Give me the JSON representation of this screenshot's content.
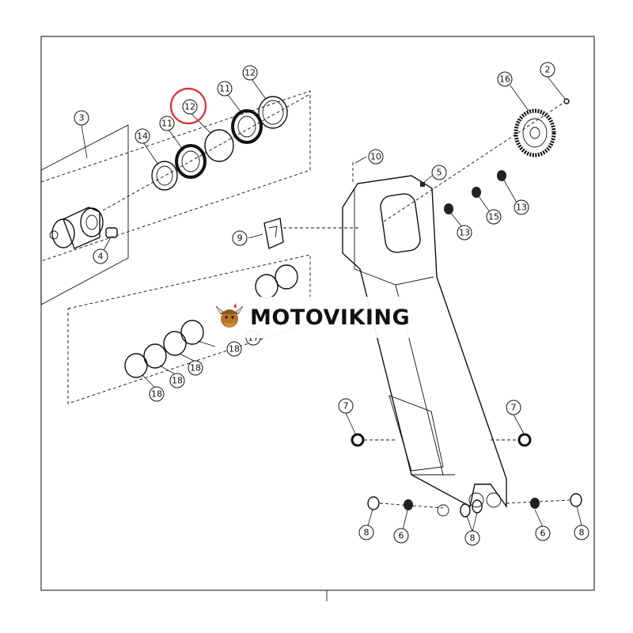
{
  "callouts": {
    "c2": "2",
    "c3": "3",
    "c4": "4",
    "c5": "5",
    "c6a": "6",
    "c6b": "6",
    "c7a": "7",
    "c7b": "7",
    "c8a": "8",
    "c8b": "8",
    "c8c": "8",
    "c9": "9",
    "c10": "10",
    "c11a": "11",
    "c11b": "11",
    "c12a": "12",
    "c12b": "12",
    "c13a": "13",
    "c13b": "13",
    "c14": "14",
    "c15": "15",
    "c16": "16",
    "c17": "17",
    "c18a": "18",
    "c18b": "18",
    "c18c": "18",
    "c18d": "18"
  },
  "highlight": {
    "part": "12",
    "color": "#d93030"
  },
  "watermark": {
    "text": "MOTOVIKING",
    "logo_icon": "viking-mascot-icon"
  }
}
